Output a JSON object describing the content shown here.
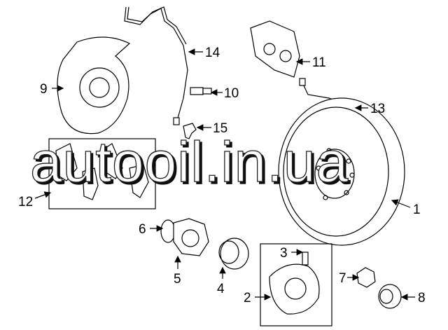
{
  "diagram": {
    "callouts": [
      "1",
      "2",
      "3",
      "4",
      "5",
      "6",
      "7",
      "8",
      "9",
      "10",
      "11",
      "12",
      "13",
      "14",
      "15"
    ]
  },
  "watermark": "autooil.in.ua"
}
